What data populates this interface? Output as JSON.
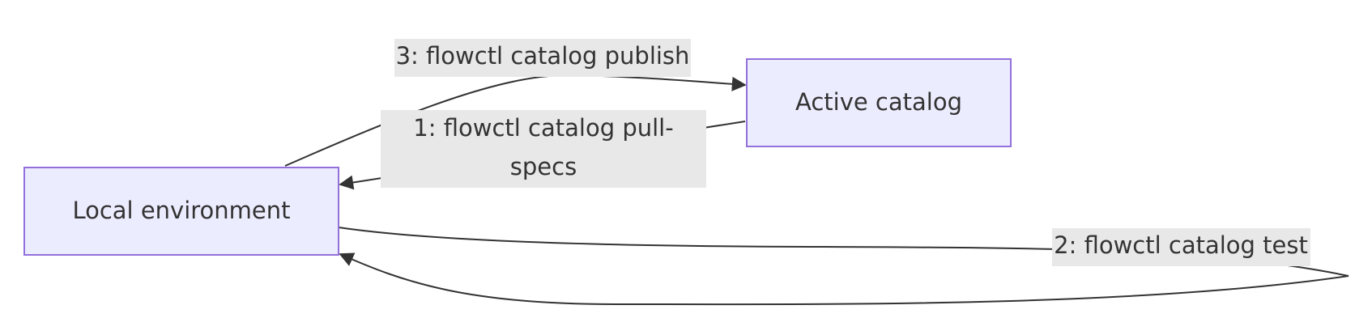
{
  "nodes": {
    "local": {
      "label": "Local environment"
    },
    "active": {
      "label": "Active catalog"
    }
  },
  "edges": {
    "publish": {
      "label": "3: flowctl catalog publish"
    },
    "pull": {
      "label_lines": [
        "1: flowctl catalog pull-",
        "specs"
      ]
    },
    "test": {
      "label": "2: flowctl catalog test"
    }
  },
  "colors": {
    "node_fill": "#ECECFF",
    "node_stroke": "#9370DB",
    "edge": "#333333",
    "edge_label_bg": "#E8E8E8"
  }
}
